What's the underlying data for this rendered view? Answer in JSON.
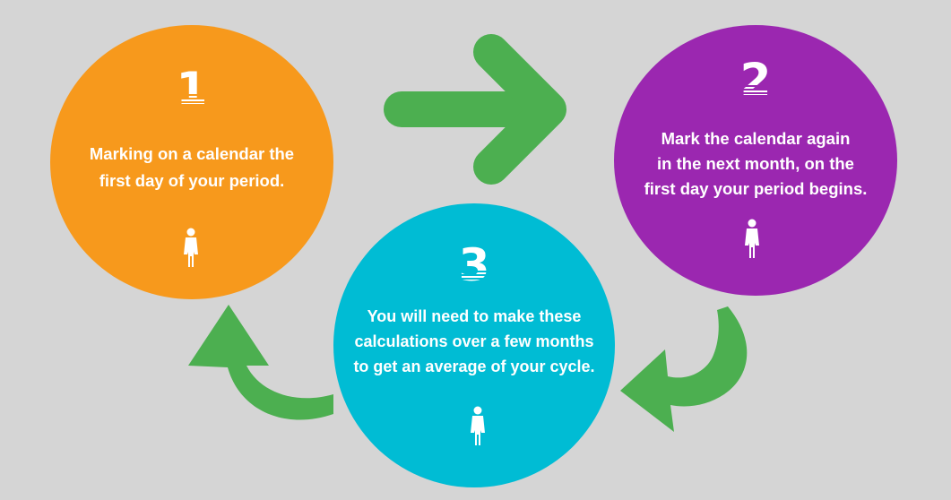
{
  "colors": {
    "background": "#d5d5d5",
    "step1": "#f7991c",
    "step2": "#9b27b0",
    "step3": "#00bcd4",
    "arrow": "#4caf50"
  },
  "steps": [
    {
      "number": "1",
      "text": "Marking on a calendar the\nfirst day of your period.",
      "icon": "female-person-icon"
    },
    {
      "number": "2",
      "text": "Mark the calendar again\nin the next month, on the\nfirst day your period begins.",
      "icon": "female-person-icon"
    },
    {
      "number": "3",
      "text": "You will need to make these\ncalculations over a few  months\nto get an average of your cycle.",
      "icon": "female-person-icon"
    }
  ],
  "arrows": [
    {
      "from": "1",
      "to": "2",
      "icon": "arrow-right-icon"
    },
    {
      "from": "2",
      "to": "3",
      "icon": "curved-arrow-icon"
    },
    {
      "from": "3",
      "to": "1",
      "icon": "curved-arrow-icon"
    }
  ]
}
